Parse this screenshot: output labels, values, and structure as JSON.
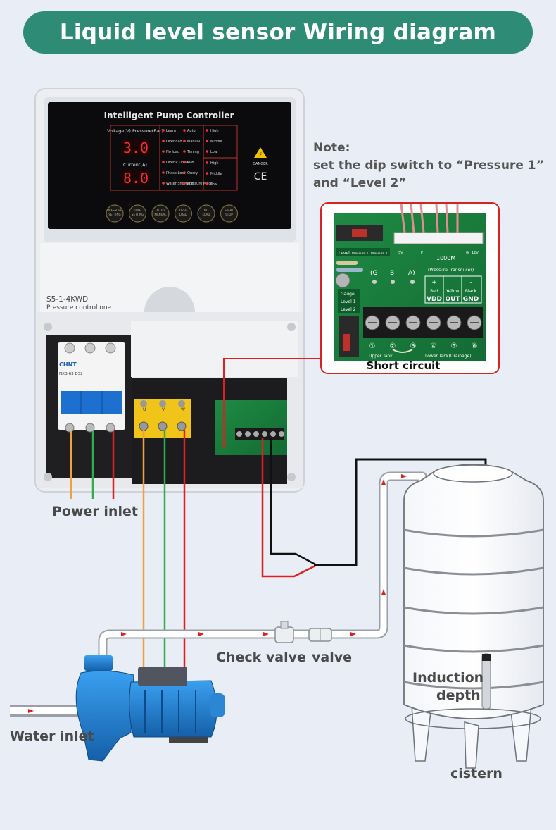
{
  "title": "Liquid level sensor Wiring diagram",
  "colors": {
    "accent": "#2e8b75",
    "background": "#e9edf5",
    "wire_red": "#e02020",
    "wire_green": "#2fae4e",
    "wire_orange": "#f0a040",
    "wire_black": "#111111",
    "pump_blue": "#1d7fd0"
  },
  "note": {
    "heading": "Note:",
    "line1": "set the dip switch to “Pressure 1”",
    "line2": "and “Level 2”"
  },
  "controller": {
    "panel_title": "Intelligent Pump Controller",
    "voltage_label": "Voltage(V) Pressure(Bar)",
    "voltage_value": "3.0",
    "current_label": "Current(A)",
    "current_value": "8.0",
    "indicators": [
      "Learn",
      "Auto",
      "Overload",
      "Manual",
      "No load",
      "Timing",
      "Over-V Under-V",
      "Run",
      "Phase Loss",
      "Query",
      "Water Shortage",
      "Pressure Mode"
    ],
    "levels_upper": [
      "High",
      "Middle",
      "Low"
    ],
    "levels_lower": [
      "High",
      "Middle",
      "Low"
    ],
    "danger_label": "DANGER",
    "ce_mark": "CE",
    "buttons": [
      "PRESSURE SETTING",
      "TIME SETTING",
      "AUTO MANUAL",
      "OVER LOAD",
      "NO LOAD",
      "START STOP"
    ],
    "model": "S5-1-4KWD",
    "subtitle": "Pressure control one",
    "breaker_brand": "CHNT",
    "breaker_model": "NXB-63 D32",
    "terminal_labels": [
      "U",
      "V",
      "W"
    ]
  },
  "board": {
    "dip_header": [
      "Level",
      "Pressure 1",
      "Pressure 2"
    ],
    "connector_labels": [
      "5V",
      "P",
      "G",
      "12V"
    ],
    "resistor_label": "1000M",
    "gba_labels": [
      "(G",
      "B",
      "A)"
    ],
    "transducer_label": "(Pressure Transducer)",
    "pins": [
      {
        "sym": "+",
        "color": "Red",
        "name": "VDD"
      },
      {
        "sym": "",
        "color": "Yellow",
        "name": "OUT"
      },
      {
        "sym": "-",
        "color": "Black",
        "name": "GND"
      }
    ],
    "gauge_labels": [
      "Gauge",
      "Level 1",
      "Level 2"
    ],
    "terminal_numbers": [
      "①",
      "②",
      "③",
      "④",
      "⑤",
      "⑥"
    ],
    "tank_labels": [
      "Upper Tank",
      "Lower Tank(Drainage)"
    ],
    "short_circuit": "Short circuit"
  },
  "labels": {
    "power_inlet": "Power inlet",
    "check_valve": "Check valve",
    "valve": "valve",
    "induction_depth_1": "Induction",
    "induction_depth_2": "depth",
    "water_inlet": "Water inlet",
    "cistern": "cistern"
  }
}
